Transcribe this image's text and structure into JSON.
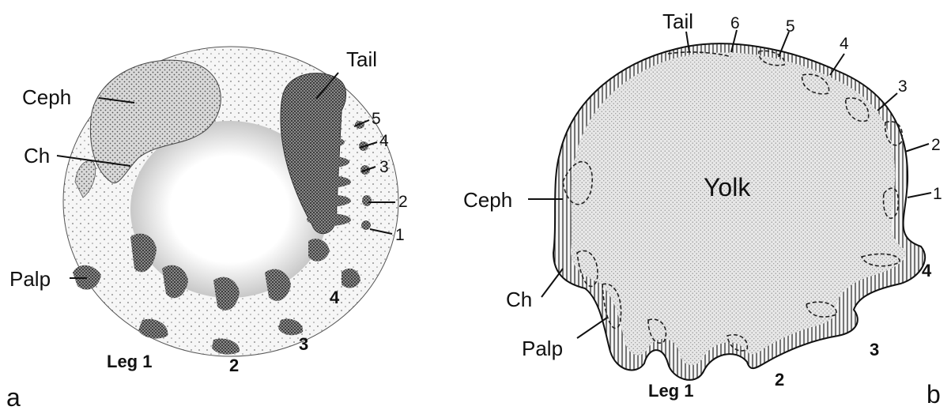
{
  "panel_a": {
    "panel_letter": "a",
    "labels": {
      "ceph": "Ceph",
      "ch": "Ch",
      "palp": "Palp",
      "tail": "Tail",
      "leg1": "Leg 1",
      "leg2": "2",
      "leg3": "3",
      "leg4": "4",
      "seg1": "1",
      "seg2": "2",
      "seg3": "3",
      "seg4": "4",
      "seg5": "5"
    }
  },
  "panel_b": {
    "panel_letter": "b",
    "labels": {
      "yolk": "Yolk",
      "tail": "Tail",
      "ceph": "Ceph",
      "ch": "Ch",
      "palp": "Palp",
      "leg1": "Leg 1",
      "leg2": "2",
      "leg3": "3",
      "leg4": "4",
      "seg1": "1",
      "seg2": "2",
      "seg3": "3",
      "seg4": "4",
      "seg5": "5",
      "seg6": "6"
    }
  }
}
